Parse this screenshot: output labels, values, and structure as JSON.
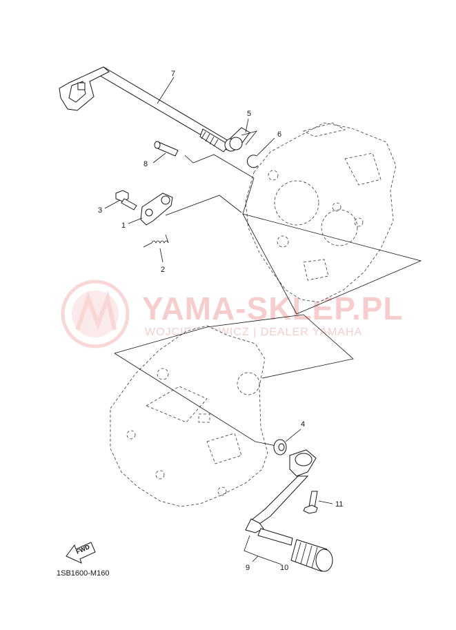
{
  "watermark": {
    "title": "YAMA-SKLEP.PL",
    "subtitle": "WOJCIECHOWICZ | DEALER YAMAHA",
    "color": "#ef8f8f"
  },
  "diagram_code": "1SB1600-M160",
  "fwd_label": "FWD",
  "callouts": {
    "p1": "1",
    "p2": "2",
    "p3": "3",
    "p4": "4",
    "p5": "5",
    "p6": "6",
    "p7": "7",
    "p8": "8",
    "p9": "9",
    "p10": "10",
    "p11": "11"
  }
}
